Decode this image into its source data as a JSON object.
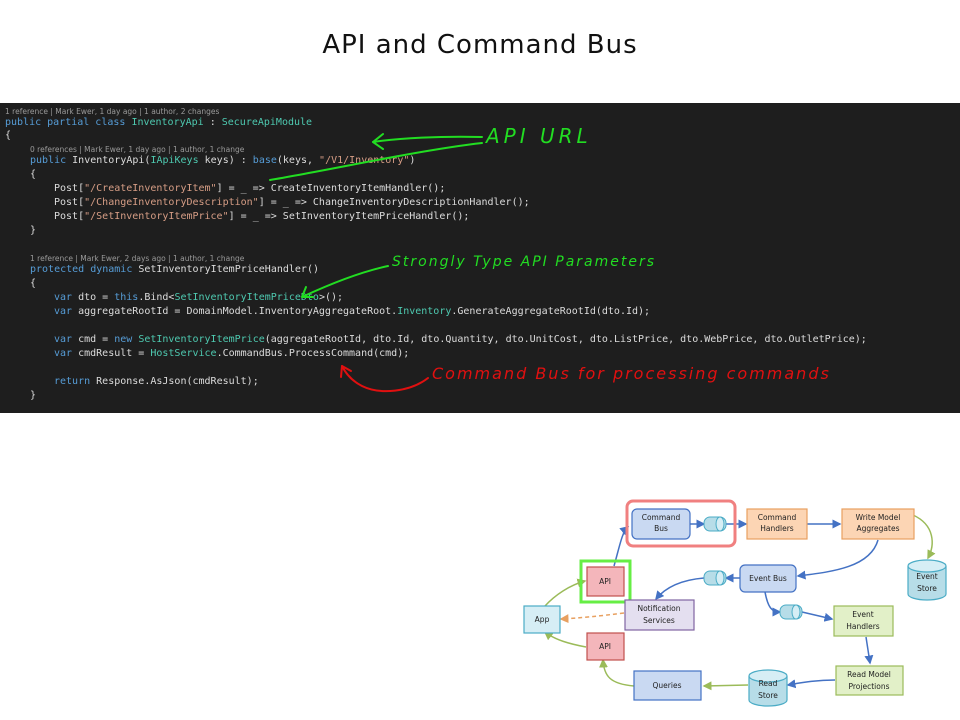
{
  "slide": {
    "title": "API and Command Bus"
  },
  "code": {
    "lens1": "1 reference | Mark Ewer, 1 day ago | 1 author, 2 changes",
    "class_mod": "public partial class ",
    "class_name": "InventoryApi",
    "class_colon": " : ",
    "class_base": "SecureApiModule",
    "brace_open": "{",
    "lens2": "0 references | Mark Ewer, 1 day ago | 1 author, 1 change",
    "ctor_mod": "public ",
    "ctor_name": "InventoryApi(",
    "ctor_param_type": "IApiKeys",
    "ctor_param": " keys) : ",
    "ctor_base_kw": "base",
    "ctor_base_args": "(keys, ",
    "ctor_url": "\"/V1/Inventory\"",
    "ctor_close": ")",
    "ctor_brace_open": "{",
    "post_prefix": "Post[",
    "post1_route": "\"/CreateInventoryItem\"",
    "post1_rest": "] = _ => CreateInventoryItemHandler();",
    "post2_route": "\"/ChangeInventoryDescription\"",
    "post2_rest": "] = _ => ChangeInventoryDescriptionHandler();",
    "post3_route": "\"/SetInventoryItemPrice\"",
    "post3_rest": "] = _ => SetInventoryItemPriceHandler();",
    "ctor_brace_close": "}",
    "lens3": "1 reference | Mark Ewer, 2 days ago | 1 author, 1 change",
    "handler_mod": "protected dynamic ",
    "handler_name": "SetInventoryItemPriceHandler()",
    "handler_brace_open": "{",
    "dto_var": "var ",
    "dto_assign": "dto = ",
    "dto_this": "this",
    "dto_bind": ".Bind<",
    "dto_type": "SetInventoryItemPriceDto",
    "dto_end": ">();",
    "agg_var": "var ",
    "agg_assign": "aggregateRootId = DomainModel.InventoryAggregateRoot.",
    "agg_type": "Inventory",
    "agg_end": ".GenerateAggregateRootId(dto.Id);",
    "cmd_var": "var ",
    "cmd_assign": "cmd = ",
    "cmd_new": "new ",
    "cmd_type": "SetInventoryItemPrice",
    "cmd_args": "(aggregateRootId, dto.Id, dto.Quantity, dto.UnitCost, dto.ListPrice, dto.WebPrice, dto.OutletPrice);",
    "res_var": "var ",
    "res_assign": "cmdResult = ",
    "res_type": "HostService",
    "res_end": ".CommandBus.ProcessCommand(cmd);",
    "ret_kw": "return ",
    "ret_rest": "Response.AsJson(cmdResult);",
    "handler_brace_close": "}"
  },
  "annotations": {
    "api_url": "API  URL",
    "strongly_typed": "Strongly  Type  API  Parameters",
    "command_bus": "Command  Bus  for  processing  commands"
  },
  "diagram": {
    "command_bus_1": "Command",
    "command_bus_2": "Bus",
    "command_handlers_1": "Command",
    "command_handlers_2": "Handlers",
    "write_model_1": "Write Model",
    "write_model_2": "Aggregates",
    "event_store_1": "Event",
    "event_store_2": "Store",
    "api_top": "API",
    "event_bus": "Event Bus",
    "app": "App",
    "notification_1": "Notification",
    "notification_2": "Services",
    "event_handlers_1": "Event",
    "event_handlers_2": "Handlers",
    "api_bottom": "API",
    "read_model_1": "Read Model",
    "read_model_2": "Projections",
    "queries": "Queries",
    "read_store_1": "Read",
    "read_store_2": "Store"
  },
  "colors": {
    "annot_green": "#22dd22",
    "annot_red": "#e01010",
    "code_bg": "#1e1e1e"
  }
}
